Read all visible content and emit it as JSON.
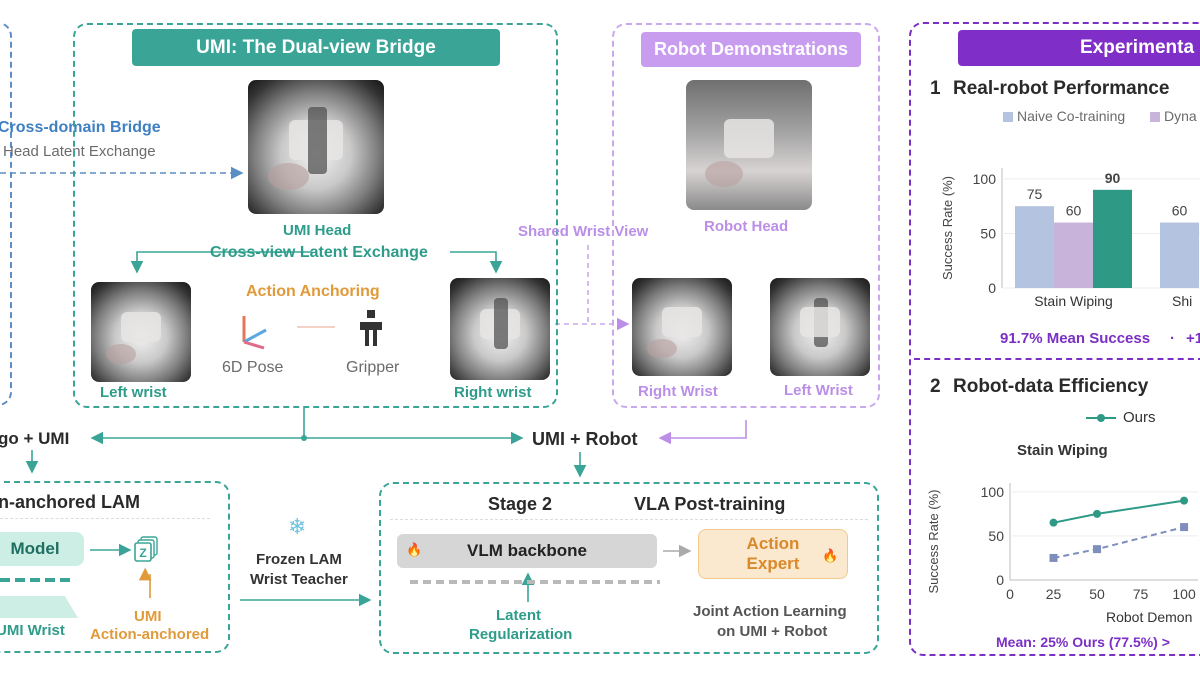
{
  "left_partial": {
    "bridge_title": "Cross-domain Bridge",
    "bridge_subtitle": "Head Latent Exchange",
    "ego_umi": "go + UMI",
    "lam_title": "n-anchored LAM",
    "model_label": "Model",
    "umi_wrist": "UMI Wrist",
    "umi_action_line1": "UMI",
    "umi_action_line2": "Action-anchored"
  },
  "umi_bridge": {
    "banner": "UMI: The Dual-view Bridge",
    "head_label": "UMI Head",
    "exchange_label": "Cross-view Latent Exchange",
    "action_anchoring": "Action Anchoring",
    "pose_label": "6D Pose",
    "gripper_label": "Gripper",
    "left_wrist": "Left wrist",
    "right_wrist": "Right wrist"
  },
  "robot_demo": {
    "banner": "Robot Demonstrations",
    "shared_wrist": "Shared Wrist View",
    "robot_head": "Robot Head",
    "right_wrist": "Right Wrist",
    "left_wrist": "Left Wrist"
  },
  "merge": {
    "umi_robot": "UMI + Robot",
    "frozen_line1": "Frozen LAM",
    "frozen_line2": "Wrist Teacher"
  },
  "stage2": {
    "stage": "Stage 2",
    "title": "VLA Post-training",
    "vlm": "VLM backbone",
    "action_line1": "Action",
    "action_line2": "Expert",
    "latent_line1": "Latent",
    "latent_line2": "Regularization",
    "joint_line1": "Joint Action Learning",
    "joint_line2": "on UMI + Robot"
  },
  "experiments": {
    "banner": "Experimenta",
    "section1_num": "1",
    "section1_title": "Real-robot Performance",
    "legend1": "Naive Co-training",
    "legend2": "Dyna",
    "summary1_a": "91.7% Mean Success",
    "summary1_sep": "·",
    "summary1_b": "+1",
    "section2_num": "2",
    "section2_title": "Robot-data Efficiency",
    "legend_ours": "Ours",
    "chart2_title": "Stain Wiping",
    "summary2": "Mean: 25% Ours (77.5%)  >"
  },
  "chart_data": [
    {
      "type": "bar",
      "categories": [
        "Stain Wiping",
        "Shi"
      ],
      "series": [
        {
          "name": "Naive Co-training",
          "values": [
            75,
            60
          ],
          "color": "#b4c3df"
        },
        {
          "name": "Dyna",
          "values": [
            60,
            null
          ],
          "color": "#c8b3db"
        },
        {
          "name": "",
          "values": [
            90,
            null
          ],
          "color": "#2e9a86"
        }
      ],
      "ylabel": "Success Rate (%)",
      "yticks": [
        0,
        50,
        100
      ],
      "ylim": [
        0,
        110
      ],
      "highlight": "90"
    },
    {
      "type": "line",
      "title": "Stain Wiping",
      "xlabel": "Robot Demon",
      "ylabel": "Success Rate (%)",
      "xticks": [
        0,
        25,
        50,
        75,
        100
      ],
      "yticks": [
        0,
        50,
        100
      ],
      "xlim": [
        0,
        108
      ],
      "ylim": [
        0,
        110
      ],
      "series": [
        {
          "name": "Ours",
          "x": [
            25,
            50,
            100
          ],
          "y": [
            65,
            75,
            90
          ],
          "color": "#2e9a86",
          "dash": false
        },
        {
          "name": "",
          "x": [
            25,
            50,
            100
          ],
          "y": [
            25,
            35,
            60
          ],
          "color": "#7f8fbd",
          "dash": true
        }
      ]
    }
  ],
  "colors": {
    "teal": "#2e9c8a",
    "lavender": "#bb8fe8",
    "violet": "#7b2fc4",
    "orange": "#e09a3a",
    "blue": "#3f7fc2"
  }
}
